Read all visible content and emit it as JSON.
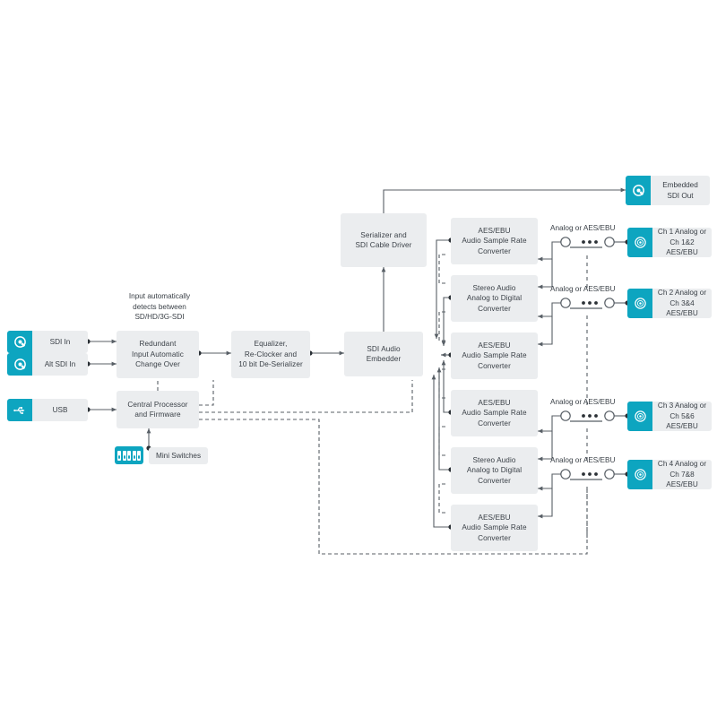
{
  "diagram": {
    "title": "SDI Audio Embedder Block Diagram",
    "accent_color": "#0da5c0",
    "block_fill": "#ebedef",
    "text_color": "#3a4047",
    "wire_color": "#585f66"
  },
  "notes": {
    "input_detect": "Input automatically\ndetects between\nSD/HD/3G-SDI",
    "input_detect_l1": "Input automatically",
    "input_detect_l2": "detects between",
    "input_detect_l3": "SD/HD/3G-SDI"
  },
  "inputs": [
    {
      "id": "sdi-in",
      "label": "SDI In",
      "icon": "bnc-connector-icon"
    },
    {
      "id": "alt-sdi-in",
      "label": "Alt SDI In",
      "icon": "bnc-connector-icon"
    },
    {
      "id": "usb",
      "label": "USB",
      "icon": "usb-icon"
    }
  ],
  "mini_switches": {
    "label": "Mini Switches",
    "icon": "dip-switch-icon",
    "count": 5
  },
  "blocks": [
    {
      "id": "changeover",
      "l1": "Redundant",
      "l2": "Input Automatic",
      "l3": "Change Over"
    },
    {
      "id": "equalizer",
      "l1": "Equalizer,",
      "l2": "Re-Clocker and",
      "l3": "10 bit De-Serializer"
    },
    {
      "id": "cpu",
      "l1": "Central Processor",
      "l2": "and Firmware",
      "l3": ""
    },
    {
      "id": "serializer",
      "l1": "Serializer and",
      "l2": "SDI Cable Driver",
      "l3": ""
    },
    {
      "id": "embedder",
      "l1": "SDI Audio",
      "l2": "Embedder",
      "l3": ""
    }
  ],
  "converters": [
    {
      "id": "conv-1",
      "type": "aes",
      "l1": "AES/EBU",
      "l2": "Audio Sample Rate",
      "l3": "Converter"
    },
    {
      "id": "conv-2",
      "type": "stereo",
      "l1": "Stereo Audio",
      "l2": "Analog to Digital",
      "l3": "Converter"
    },
    {
      "id": "conv-3",
      "type": "aes",
      "l1": "AES/EBU",
      "l2": "Audio Sample Rate",
      "l3": "Converter"
    },
    {
      "id": "conv-4",
      "type": "aes",
      "l1": "AES/EBU",
      "l2": "Audio Sample Rate",
      "l3": "Converter"
    },
    {
      "id": "conv-5",
      "type": "stereo",
      "l1": "Stereo Audio",
      "l2": "Analog to Digital",
      "l3": "Converter"
    },
    {
      "id": "conv-6",
      "type": "aes",
      "l1": "AES/EBU",
      "l2": "Audio Sample Rate",
      "l3": "Converter"
    }
  ],
  "switch_labels": [
    {
      "id": "sw-label-1",
      "text": "Analog or AES/EBU"
    },
    {
      "id": "sw-label-2",
      "text": "Analog or AES/EBU"
    },
    {
      "id": "sw-label-3",
      "text": "Analog or AES/EBU"
    },
    {
      "id": "sw-label-4",
      "text": "Analog or AES/EBU"
    }
  ],
  "outputs": [
    {
      "id": "sdi-out",
      "l1": "Embedded",
      "l2": "SDI Out",
      "icon": "bnc-connector-icon"
    },
    {
      "id": "ch1",
      "l1": "Ch 1 Analog or",
      "l2": "Ch 1&2 AES/EBU",
      "icon": "audio-jack-icon"
    },
    {
      "id": "ch2",
      "l1": "Ch 2 Analog or",
      "l2": "Ch 3&4 AES/EBU",
      "icon": "audio-jack-icon"
    },
    {
      "id": "ch3",
      "l1": "Ch 3 Analog or",
      "l2": "Ch 5&6 AES/EBU",
      "icon": "audio-jack-icon"
    },
    {
      "id": "ch4",
      "l1": "Ch 4 Analog or",
      "l2": "Ch 7&8 AES/EBU",
      "icon": "audio-jack-icon"
    }
  ]
}
